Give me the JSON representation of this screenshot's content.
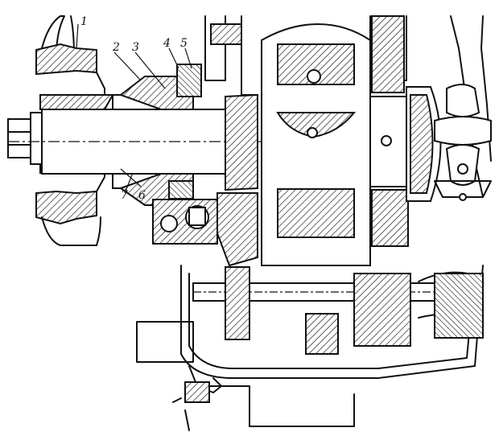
{
  "figure": {
    "callouts": [
      {
        "id": "1",
        "text": "1"
      },
      {
        "id": "2",
        "text": "2"
      },
      {
        "id": "3",
        "text": "3"
      },
      {
        "id": "4",
        "text": "4"
      },
      {
        "id": "5",
        "text": "5"
      },
      {
        "id": "6",
        "text": "6"
      },
      {
        "id": "7",
        "text": "7"
      }
    ]
  },
  "colors": {
    "ink": "#111111",
    "paper": "#ffffff"
  }
}
